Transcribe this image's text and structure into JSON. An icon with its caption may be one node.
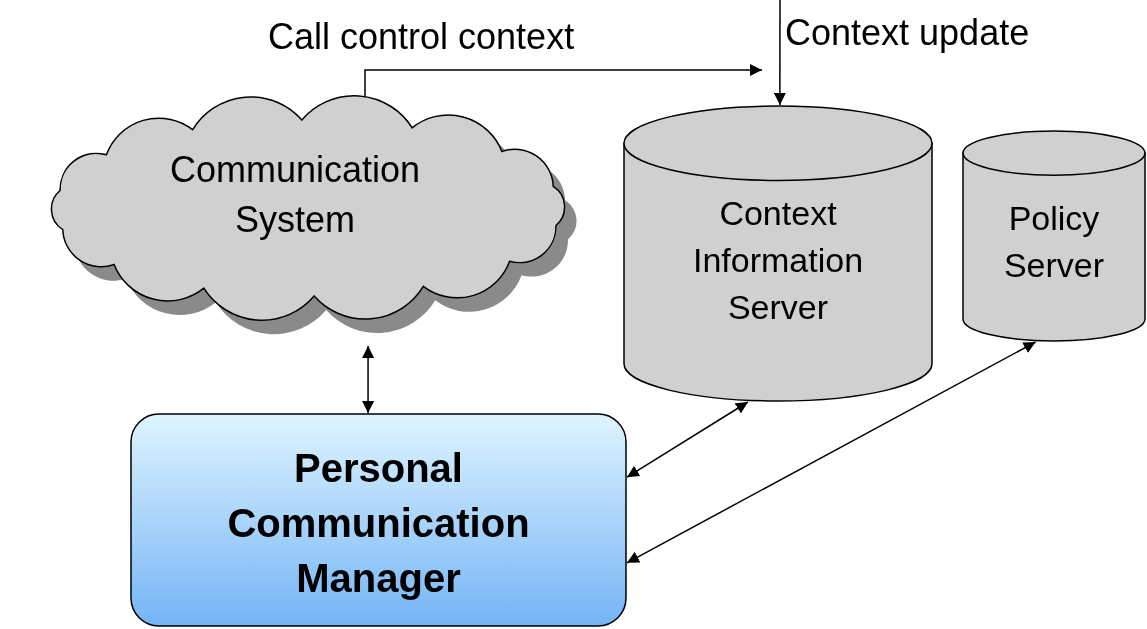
{
  "diagram": {
    "nodes": [
      {
        "text": [
          "Communication System"
        ]
      },
      {
        "text": [
          "Context Information Server"
        ]
      },
      {
        "text": [
          "Policy Server"
        ]
      },
      {
        "text": [
          "Personal Communication Manager"
        ]
      }
    ],
    "edges": [
      {
        "from": 0,
        "to": null,
        "arrow": "to",
        "label": "Call control context"
      },
      {
        "from": null,
        "to": 1,
        "arrow": "to",
        "label": "Context update"
      },
      {
        "from": 0,
        "to": 3,
        "arrow": "both"
      },
      {
        "from": 1,
        "to": 3,
        "arrow": "both"
      },
      {
        "from": 2,
        "to": 3,
        "arrow": "both"
      }
    ]
  }
}
